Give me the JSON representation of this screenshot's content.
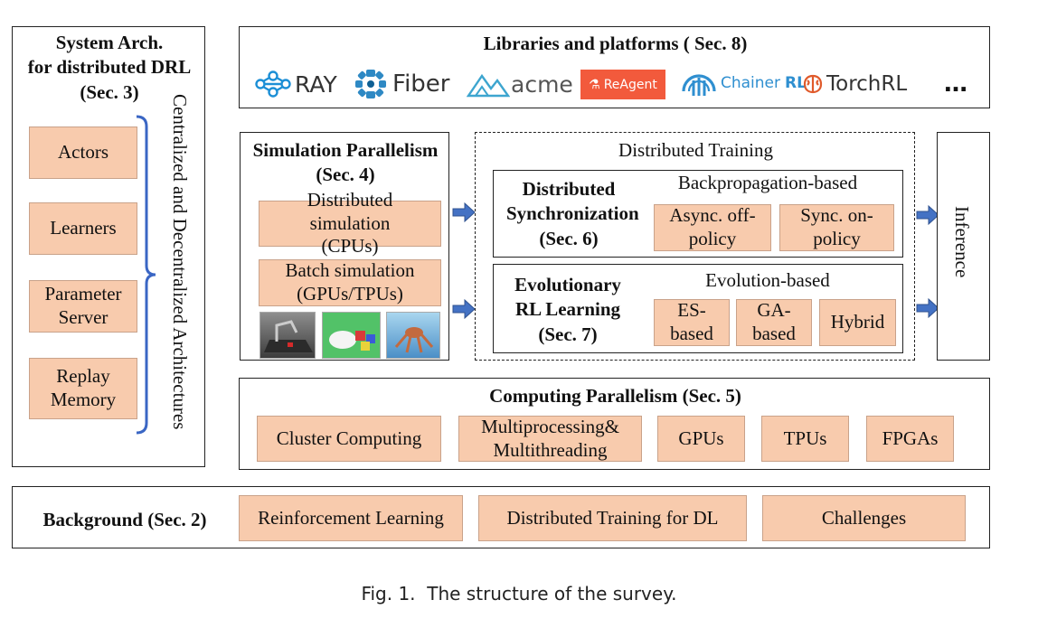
{
  "system_arch": {
    "title_l1": "System Arch.",
    "title_l2": "for distributed DRL",
    "title_l3": "(Sec. 3)",
    "side_label": "Centralized and Decentralized Architectures",
    "items": [
      "Actors",
      "Learners",
      "Parameter Server",
      "Replay Memory"
    ]
  },
  "libraries": {
    "title": "Libraries and platforms ( Sec. 8)",
    "logos": [
      "RAY",
      "Fiber",
      "acme",
      "ReAgent",
      "Chainer",
      "RL",
      "TorchRL",
      "…"
    ]
  },
  "simulation": {
    "title_l1": "Simulation Parallelism",
    "title_l2": "(Sec. 4)",
    "items": [
      "Distributed simulation (CPUs)",
      "Batch simulation (GPUs/TPUs)"
    ]
  },
  "distributed_training": {
    "title": "Distributed Training",
    "sync": {
      "title": "Distributed Synchronization (Sec. 6)",
      "subtitle": "Backpropagation-based",
      "items": [
        "Async. off-policy",
        "Sync. on-policy"
      ]
    },
    "evo": {
      "title": "Evolutionary RL Learning (Sec. 7)",
      "subtitle": "Evolution-based",
      "items": [
        "ES-based",
        "GA-based",
        "Hybrid"
      ]
    }
  },
  "inference": {
    "label": "Inference"
  },
  "computing": {
    "title": "Computing Parallelism (Sec. 5)",
    "items": [
      "Cluster Computing",
      "Multiprocessing& Multithreading",
      "GPUs",
      "TPUs",
      "FPGAs"
    ]
  },
  "background": {
    "title": "Background (Sec. 2)",
    "items": [
      "Reinforcement Learning",
      "Distributed Training for DL",
      "Challenges"
    ]
  },
  "caption": "Fig. 1.  The structure of the survey.",
  "colors": {
    "item_fill": "#f8cbad",
    "arrow": "#4472c4",
    "brace": "#3a66c4"
  }
}
